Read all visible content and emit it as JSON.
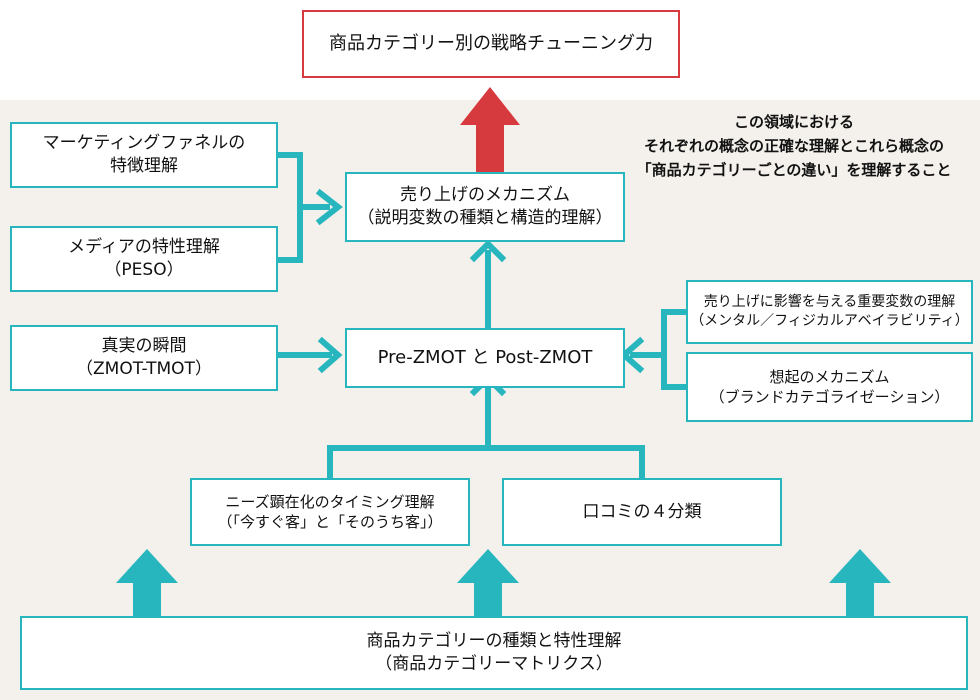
{
  "top_goal": "商品カテゴリー別の戦略チューニング力",
  "note": {
    "line1": "この領域における",
    "line2": "それぞれの概念の正確な理解とこれら概念の",
    "line3": "「商品カテゴリーごとの違い」を理解すること"
  },
  "boxes": {
    "marketing_funnel": {
      "line1": "マーケティングファネルの",
      "line2": "特徴理解"
    },
    "media_peso": {
      "line1": "メディアの特性理解",
      "line2": "（PESO）"
    },
    "sales_mechanism": {
      "line1": "売り上げのメカニズム",
      "line2": "（説明変数の種類と構造的理解）"
    },
    "moment_of_truth": {
      "line1": "真実の瞬間",
      "line2": "（ZMOT-TMOT）"
    },
    "zmot": {
      "line1": "Pre-ZMOT と Post-ZMOT"
    },
    "key_variables": {
      "line1": "売り上げに影響を与える重要変数の理解",
      "line2": "（メンタル／フィジカルアベイラビリティ）"
    },
    "recall_mechanism": {
      "line1": "想起のメカニズム",
      "line2": "（ブランドカテゴライゼーション）"
    },
    "needs_timing": {
      "line1": "ニーズ顕在化のタイミング理解",
      "line2": "（「今すぐ客」と「そのうち客」）"
    },
    "word_of_mouth": {
      "line1": "口コミの４分類"
    },
    "category_understanding": {
      "line1": "商品カテゴリーの種類と特性理解",
      "line2": "（商品カテゴリーマトリクス）"
    }
  },
  "colors": {
    "teal": "#27b6be",
    "red": "#d63a3f",
    "background": "#f4f1ec"
  }
}
